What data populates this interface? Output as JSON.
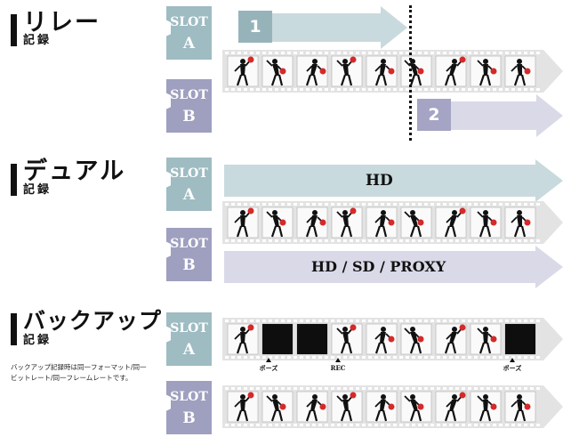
{
  "sections": {
    "relay": {
      "title": "リレー",
      "subtitle": "記録"
    },
    "dual": {
      "title": "デュアル",
      "subtitle": "記録"
    },
    "backup": {
      "title": "バックアップ",
      "subtitle": "記録",
      "note": "バックアップ記録時は同一フォーマット/同一ビットレート/同一フレームレートです。"
    }
  },
  "slot_prefix": "SLOT",
  "slot_a": "A",
  "slot_b": "B",
  "relay_arrow_1": "1",
  "relay_arrow_2": "2",
  "dual_arrow_top": "HD",
  "dual_arrow_bottom": "HD / SD / PROXY",
  "markers": {
    "pause1": "ポーズ",
    "rec": "REC",
    "pause2": "ポーズ"
  },
  "colors": {
    "slot_a": "#9ebcc2",
    "slot_b": "#9f9fbf",
    "arrow_a": "#c8dadd",
    "arrow_b": "#d9d9e8",
    "ball": "#d42a2a"
  }
}
